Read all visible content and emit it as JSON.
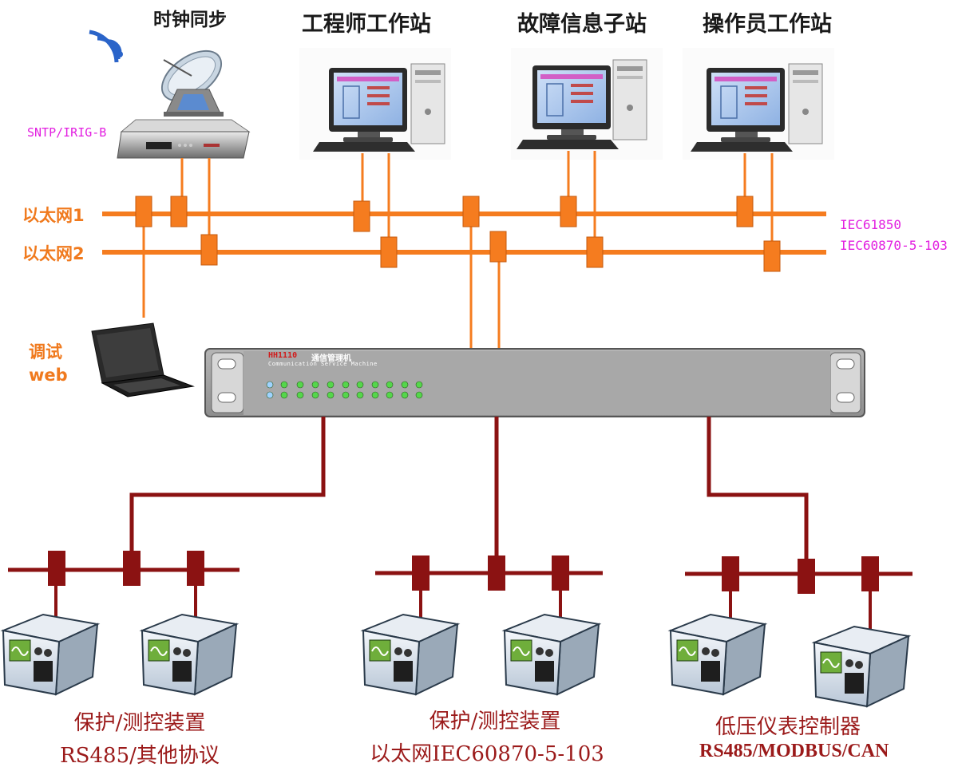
{
  "top_titles": {
    "clock_sync": "时钟同步",
    "engineer": "工程师工作站",
    "fault": "故障信息子站",
    "operator": "操作员工作站"
  },
  "sntp": "SNTP/IRIG-B",
  "networks": {
    "eth1": "以太网1",
    "eth2": "以太网2"
  },
  "protocols": {
    "p1": "IEC61850",
    "p2": "IEC60870-5-103"
  },
  "debug": {
    "line1": "调试",
    "line2": "web"
  },
  "comm_machine": {
    "model": "HH1110",
    "name_cn": "通信管理机",
    "name_en": "Communication Service Machine"
  },
  "groups": [
    {
      "line1": "保护/测控装置",
      "line2": "RS485/其他协议"
    },
    {
      "line1": "保护/测控装置",
      "line2": "以太网IEC60870-5-103"
    },
    {
      "line1": "低压仪表控制器",
      "line2": "RS485/MODBUS/CAN"
    }
  ],
  "colors": {
    "ethernet": "#f57c1f",
    "fieldbus": "#8b1212",
    "title": "#1a1a1a",
    "protocol": "#e21fe0",
    "bottom_text": "#9b1a1a"
  }
}
